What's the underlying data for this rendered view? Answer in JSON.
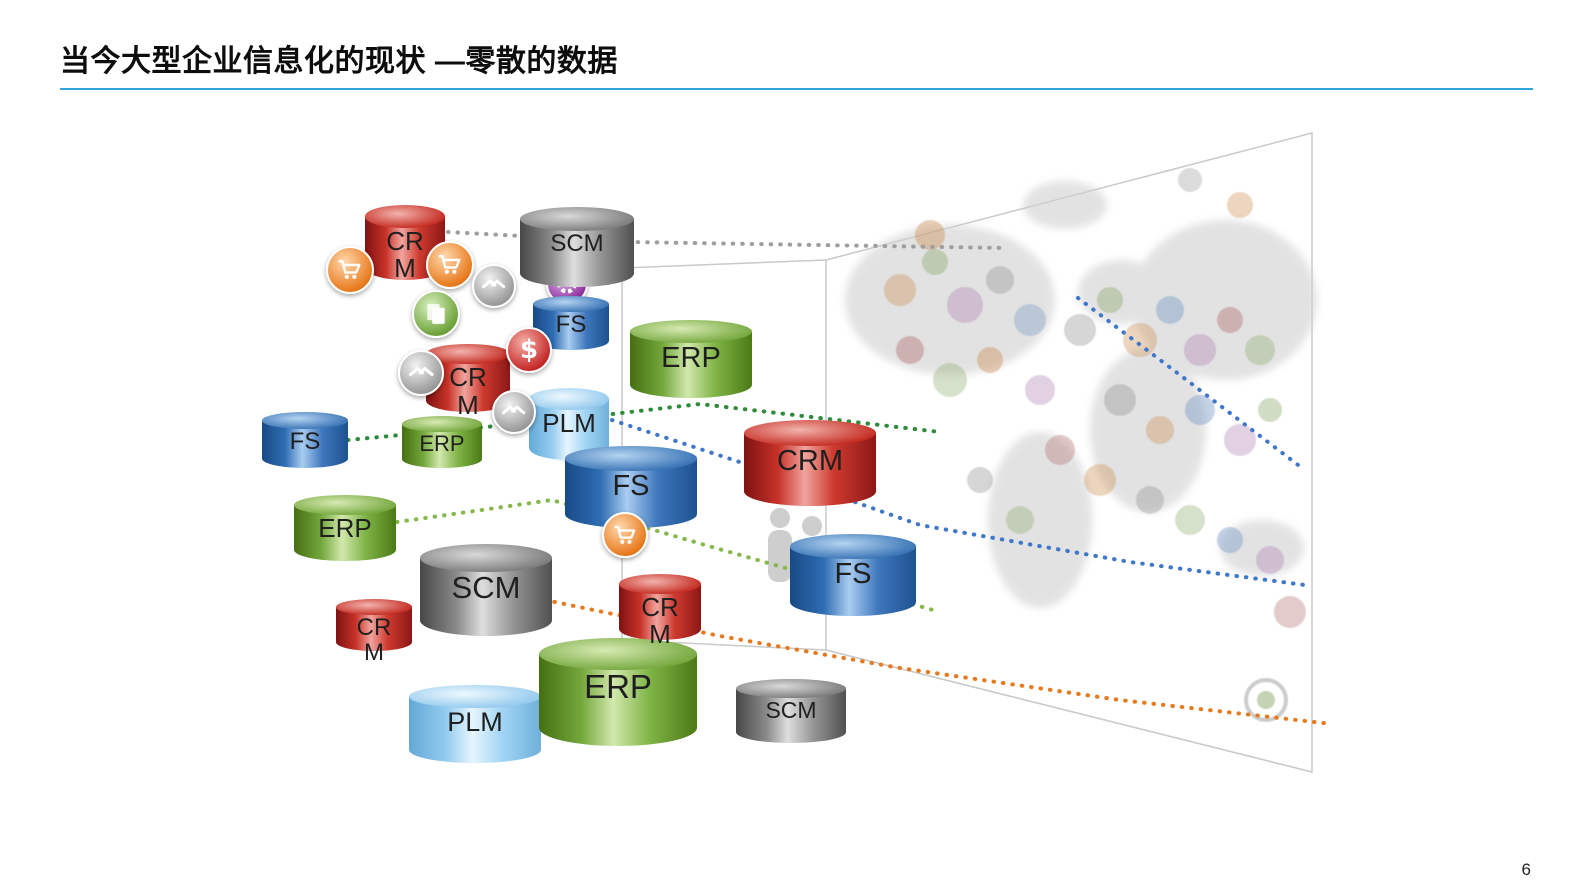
{
  "slide": {
    "title": "当今大型企业信息化的现状 —零散的数据",
    "page_number": "6"
  },
  "systems": {
    "crm": {
      "label": "CRM",
      "color": "#c62828"
    },
    "scm": {
      "label": "SCM",
      "color": "#7f7f7f"
    },
    "fs": {
      "label": "FS",
      "color": "#2f6db3"
    },
    "erp": {
      "label": "ERP",
      "color": "#6da33a"
    },
    "plm": {
      "label": "PLM",
      "color": "#8ec9ef"
    }
  },
  "cylinders": [
    {
      "id": "crm-1",
      "label": "CRM",
      "type": "crm"
    },
    {
      "id": "scm-1",
      "label": "SCM",
      "type": "scm"
    },
    {
      "id": "fs-1",
      "label": "FS",
      "type": "fs"
    },
    {
      "id": "erp-1",
      "label": "ERP",
      "type": "erp"
    },
    {
      "id": "crm-2",
      "label": "CRM",
      "type": "crm"
    },
    {
      "id": "plm-1",
      "label": "PLM",
      "type": "plm"
    },
    {
      "id": "fs-2",
      "label": "FS",
      "type": "fs"
    },
    {
      "id": "erp-2",
      "label": "ERP",
      "type": "erp"
    },
    {
      "id": "fs-3",
      "label": "FS",
      "type": "fs"
    },
    {
      "id": "crm-3",
      "label": "CRM",
      "type": "crm"
    },
    {
      "id": "erp-3",
      "label": "ERP",
      "type": "erp"
    },
    {
      "id": "scm-2",
      "label": "SCM",
      "type": "scm"
    },
    {
      "id": "crm-4",
      "label": "CRM",
      "type": "crm"
    },
    {
      "id": "fs-4",
      "label": "FS",
      "type": "fs"
    },
    {
      "id": "plm-2",
      "label": "PLM",
      "type": "plm"
    },
    {
      "id": "erp-4",
      "label": "ERP",
      "type": "erp"
    },
    {
      "id": "crm-5",
      "label": "CRM",
      "type": "crm"
    },
    {
      "id": "scm-3",
      "label": "SCM",
      "type": "scm"
    }
  ],
  "icons": [
    {
      "name": "shopping-cart-icon"
    },
    {
      "name": "shopping-cart-icon"
    },
    {
      "name": "handshake-icon"
    },
    {
      "name": "documents-icon"
    },
    {
      "name": "gear-icon"
    },
    {
      "name": "dollar-icon"
    },
    {
      "name": "handshake-icon"
    },
    {
      "name": "handshake-icon"
    },
    {
      "name": "gear-icon"
    },
    {
      "name": "shopping-cart-icon"
    },
    {
      "name": "dollar-glyph"
    }
  ],
  "glyphs": {
    "dollar": "$"
  }
}
